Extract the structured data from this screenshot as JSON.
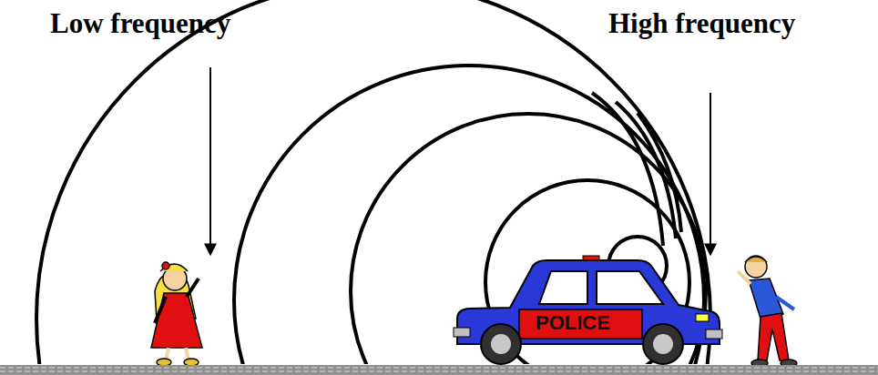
{
  "diagram": {
    "labels": [
      "Low frequency",
      "High frequency",
      "POLICE"
    ]
  }
}
